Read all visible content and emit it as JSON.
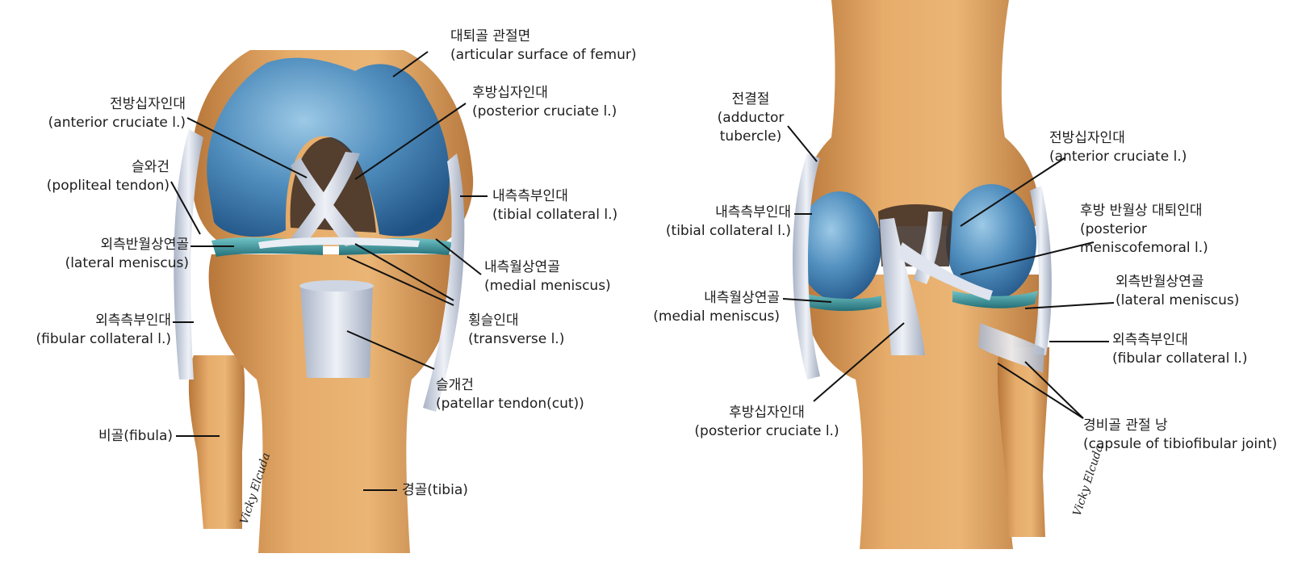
{
  "left_figure": {
    "labels": {
      "articular_surface": [
        "대퇴골 관절면",
        "(articular surface of femur)"
      ],
      "posterior_cruciate": [
        "후방십자인대",
        "(posterior cruciate l.)"
      ],
      "anterior_cruciate": [
        "전방십자인대",
        "(anterior cruciate l.)"
      ],
      "popliteal_tendon": [
        "슬와건",
        "(popliteal tendon)"
      ],
      "tibial_collateral": [
        "내측측부인대",
        "(tibial collateral l.)"
      ],
      "lateral_meniscus": [
        "외측반월상연골",
        "(lateral meniscus)"
      ],
      "medial_meniscus": [
        "내측월상연골",
        "(medial meniscus)"
      ],
      "transverse": [
        "횡슬인대",
        "(transverse l.)"
      ],
      "fibular_collateral": [
        "외측측부인대",
        "(fibular collateral l.)"
      ],
      "patellar_tendon": [
        "슬개건",
        "(patellar tendon(cut))"
      ],
      "fibula": "비골(fibula)",
      "tibia": "경골(tibia)"
    }
  },
  "right_figure": {
    "labels": {
      "adductor_tubercle": [
        "전결절",
        "(adductor",
        "tubercle)"
      ],
      "anterior_cruciate": [
        "전방십자인대",
        "(anterior cruciate l.)"
      ],
      "tibial_collateral": [
        "내측측부인대",
        "(tibial collateral l.)"
      ],
      "posterior_meniscofemoral": [
        "후방 반월상 대퇴인대",
        "(posterior",
        "meniscofemoral l.)"
      ],
      "lateral_meniscus": [
        "외측반월상연골",
        "(lateral meniscus)"
      ],
      "medial_meniscus": [
        "내측월상연골",
        "(medial meniscus)"
      ],
      "fibular_collateral": [
        "외측측부인대",
        "(fibular collateral l.)"
      ],
      "posterior_cruciate": [
        "후방십자인대",
        "(posterior cruciate l.)"
      ],
      "capsule_tibiofibular": [
        "경비골 관절 낭",
        "(capsule of tibiofibular joint)"
      ]
    }
  },
  "colors": {
    "bone": "#e0a25e",
    "bone_shadow": "#b8773a",
    "cartilage": "#3f7db0",
    "cartilage_light": "#8fc0e0",
    "meniscus": "#3f9aa0",
    "ligament": "#d4dbe8",
    "leader_line": "#111111"
  }
}
